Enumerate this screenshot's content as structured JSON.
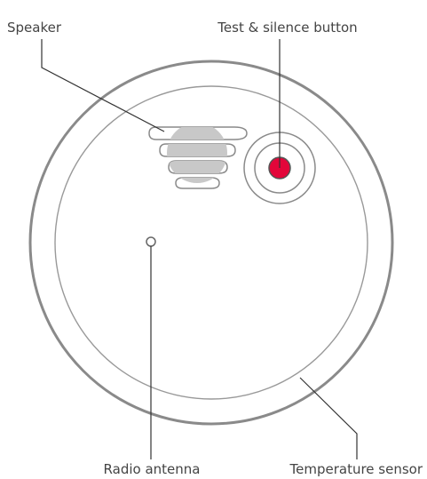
{
  "labels": {
    "speaker": "Speaker",
    "test_button": "Test & silence button",
    "radio_antenna": "Radio antenna",
    "temperature_sensor": "Temperature sensor"
  },
  "colors": {
    "outline": "#8a8a8a",
    "speaker_fill": "#c8c8c8",
    "button_red": "#e3063a",
    "leader": "#333333",
    "text": "#444444"
  }
}
